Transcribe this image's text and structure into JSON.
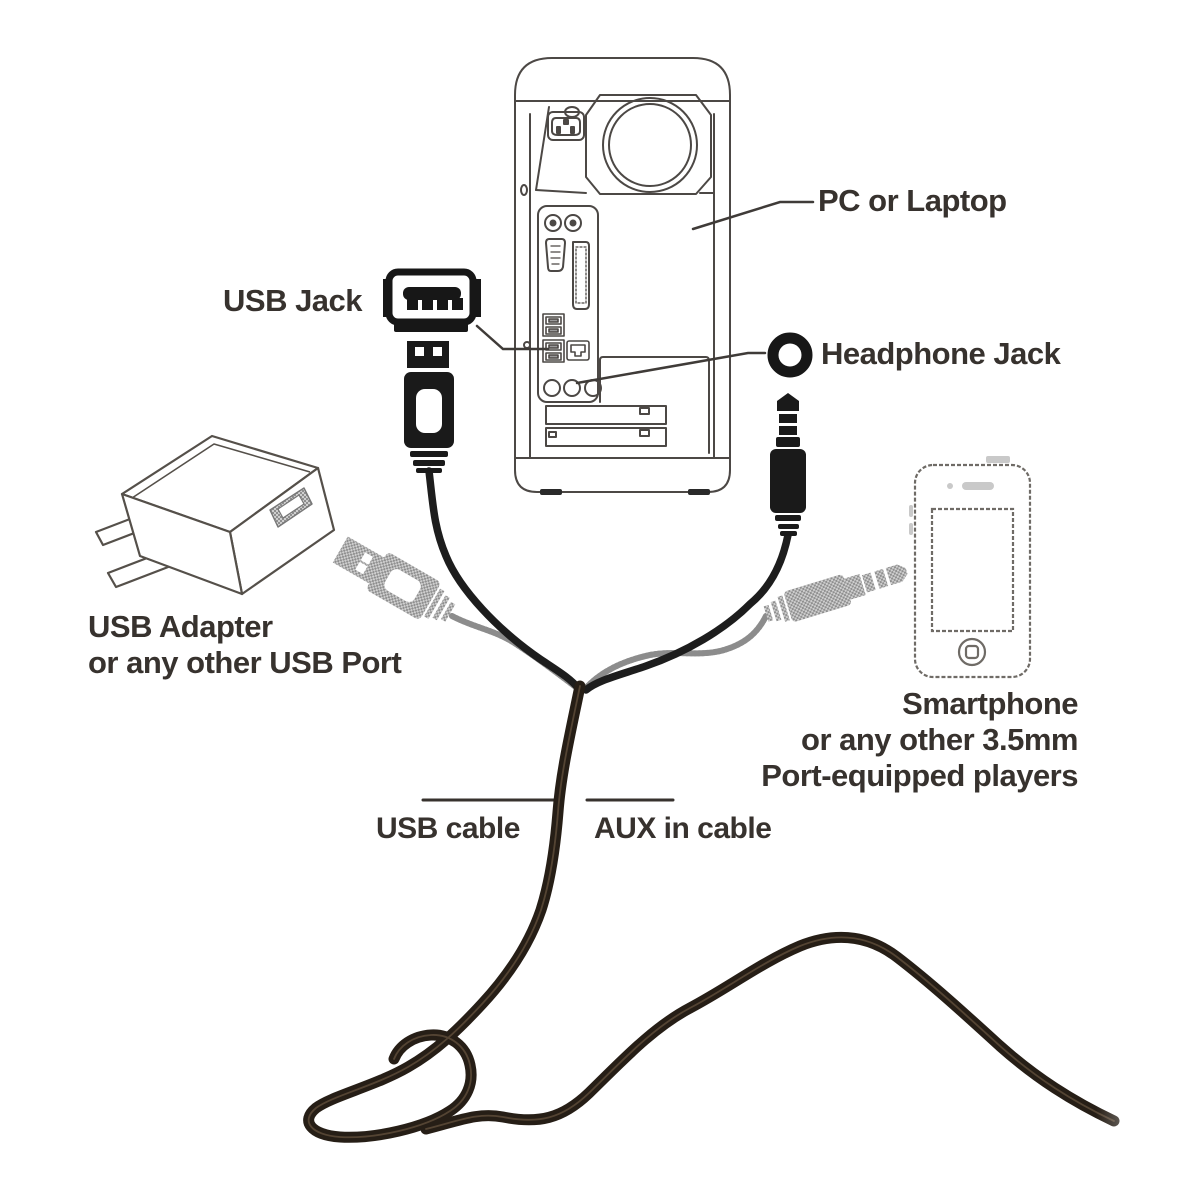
{
  "page": {
    "background": "#ffffff"
  },
  "labels": {
    "pc": "PC or Laptop",
    "usb_jack": "USB Jack",
    "headphone_jack": "Headphone Jack",
    "adapter_line1": "USB Adapter",
    "adapter_line2": "or any other USB Port",
    "phone_line1": "Smartphone",
    "phone_line2": "or any other 3.5mm",
    "phone_line3": "Port-equipped players",
    "usb_cable": "USB cable",
    "aux_cable": "AUX in cable"
  },
  "colors": {
    "label_text": "#37322e",
    "line_art": "#4c4845",
    "connector_black": "#1a1a1a",
    "connector_gray_halftone": "#8f8f8f",
    "cable_dark": "#261e16",
    "background": "#ffffff"
  },
  "icons": [
    {
      "name": "pc-tower-illustration"
    },
    {
      "name": "usb-port-icon"
    },
    {
      "name": "usb-plug-icon"
    },
    {
      "name": "headphone-jack-icon"
    },
    {
      "name": "aux-plug-icon"
    },
    {
      "name": "power-adapter-illustration"
    },
    {
      "name": "smartphone-illustration"
    },
    {
      "name": "gray-usb-connector-icon"
    },
    {
      "name": "gray-aux-connector-icon"
    }
  ]
}
